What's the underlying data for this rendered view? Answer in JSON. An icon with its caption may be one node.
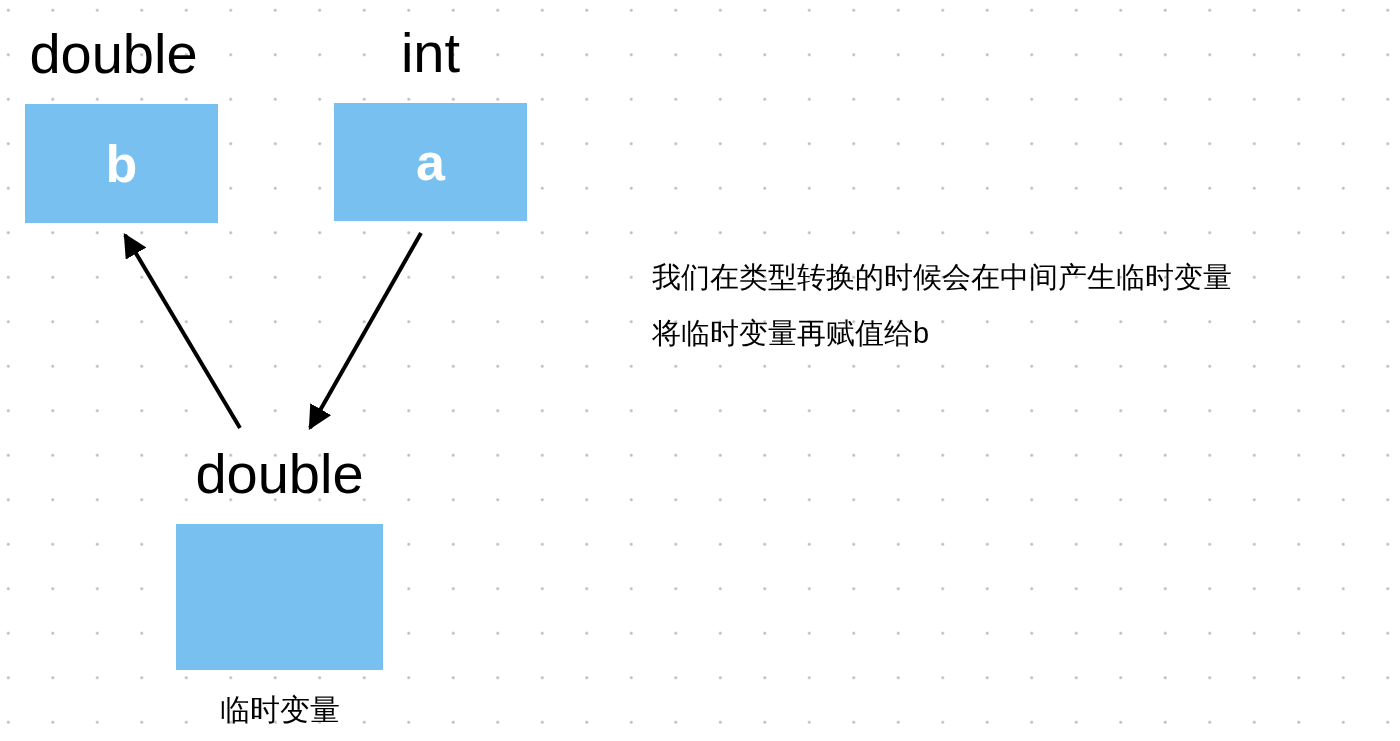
{
  "diagram": {
    "nodes": [
      {
        "text": [
          "double",
          "b"
        ]
      },
      {
        "text": [
          "int",
          "a"
        ]
      },
      {
        "text": [
          "double"
        ],
        "beside": [
          "临时变量"
        ]
      }
    ],
    "edges": [
      {
        "from": 2,
        "to": 0,
        "arrow": "to"
      },
      {
        "from": 1,
        "to": 2,
        "arrow": "to"
      }
    ],
    "labels": [
      "我们在类型转换的时候会在中间产生临时变量",
      "将临时变量再赋值给b"
    ]
  }
}
